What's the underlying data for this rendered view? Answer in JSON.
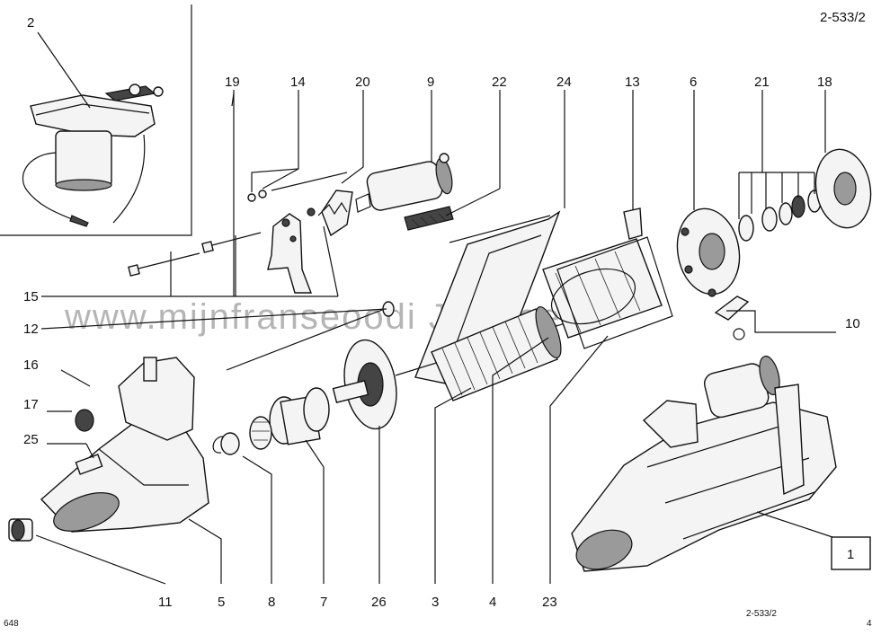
{
  "sheet": {
    "code_top": "2-533/2",
    "code_bottom": "2-533/2",
    "page_left": "648",
    "page_right": "4",
    "watermark": "www.mijnfranseoodi    JeePee"
  },
  "callouts": [
    {
      "id": "c2",
      "label": "2"
    },
    {
      "id": "c19",
      "label": "19"
    },
    {
      "id": "c14",
      "label": "14"
    },
    {
      "id": "c20",
      "label": "20"
    },
    {
      "id": "c9",
      "label": "9"
    },
    {
      "id": "c22",
      "label": "22"
    },
    {
      "id": "c24",
      "label": "24"
    },
    {
      "id": "c13",
      "label": "13"
    },
    {
      "id": "c6",
      "label": "6"
    },
    {
      "id": "c21",
      "label": "21"
    },
    {
      "id": "c18",
      "label": "18"
    },
    {
      "id": "c15",
      "label": "15"
    },
    {
      "id": "c12",
      "label": "12"
    },
    {
      "id": "c10",
      "label": "10"
    },
    {
      "id": "c16",
      "label": "16"
    },
    {
      "id": "c17",
      "label": "17"
    },
    {
      "id": "c25",
      "label": "25"
    },
    {
      "id": "c1",
      "label": "1"
    },
    {
      "id": "c11",
      "label": "11"
    },
    {
      "id": "c5",
      "label": "5"
    },
    {
      "id": "c8",
      "label": "8"
    },
    {
      "id": "c7",
      "label": "7"
    },
    {
      "id": "c26",
      "label": "26"
    },
    {
      "id": "c3",
      "label": "3"
    },
    {
      "id": "c4",
      "label": "4"
    },
    {
      "id": "c23",
      "label": "23"
    }
  ]
}
